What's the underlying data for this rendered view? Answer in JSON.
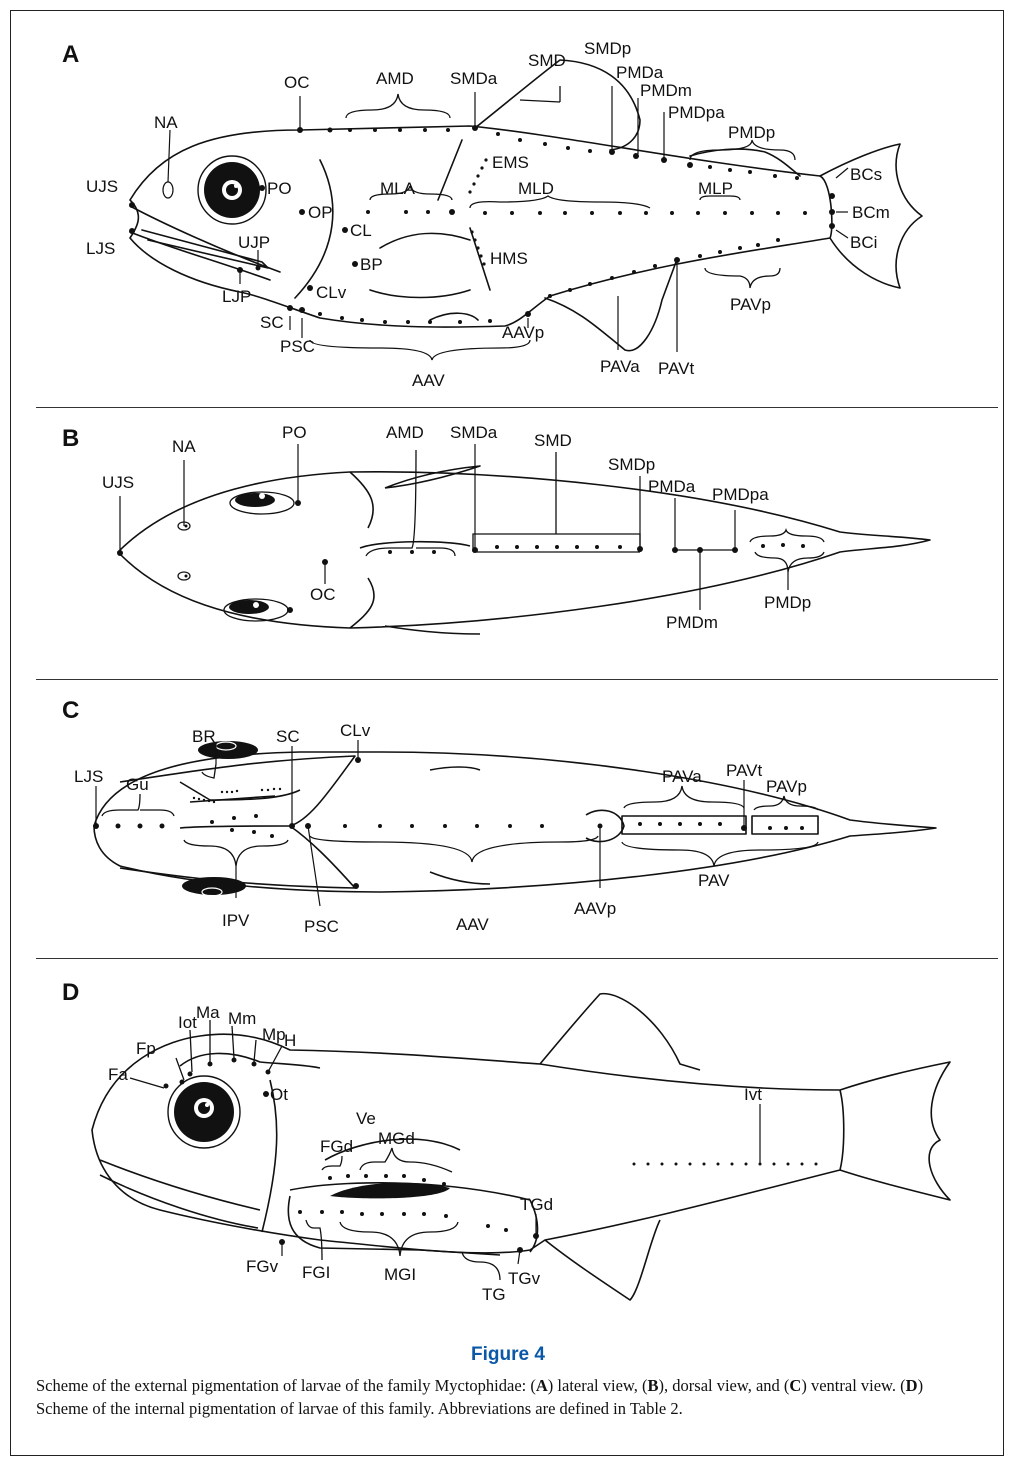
{
  "panels": {
    "A": {
      "letter": "A",
      "labels": {
        "oc": "OC",
        "amd": "AMD",
        "smda": "SMDa",
        "smd": "SMD",
        "smdp": "SMDp",
        "pmda": "PMDa",
        "pmdm": "PMDm",
        "pmdpa": "PMDpa",
        "pmdp": "PMDp",
        "na": "NA",
        "ujs": "UJS",
        "ljs": "LJS",
        "po": "PO",
        "op": "OP",
        "cl": "CL",
        "ujp": "UJP",
        "bp": "BP",
        "ljp": "LJP",
        "clv": "CLv",
        "sc": "SC",
        "psc": "PSC",
        "aav": "AAV",
        "aavp": "AAVp",
        "mla": "MLA",
        "mld": "MLD",
        "mlp": "MLP",
        "ems": "EMS",
        "hms": "HMS",
        "pava": "PAVa",
        "pavt": "PAVt",
        "pavp": "PAVp",
        "bcs": "BCs",
        "bcm": "BCm",
        "bci": "BCi"
      }
    },
    "B": {
      "letter": "B",
      "labels": {
        "ujs": "UJS",
        "na": "NA",
        "po": "PO",
        "oc": "OC",
        "amd": "AMD",
        "smda": "SMDa",
        "smd": "SMD",
        "smdp": "SMDp",
        "pmda": "PMDa",
        "pmdpa": "PMDpa",
        "pmdm": "PMDm",
        "pmdp": "PMDp"
      }
    },
    "C": {
      "letter": "C",
      "labels": {
        "ljs": "LJS",
        "gu": "Gu",
        "br": "BR",
        "sc": "SC",
        "clv": "CLv",
        "ipv": "IPV",
        "psc": "PSC",
        "aav": "AAV",
        "aavp": "AAVp",
        "pava": "PAVa",
        "pavt": "PAVt",
        "pavp": "PAVp",
        "pav": "PAV"
      }
    },
    "D": {
      "letter": "D",
      "labels": {
        "fa": "Fa",
        "fp": "Fp",
        "iot": "Iot",
        "ma": "Ma",
        "mm": "Mm",
        "mp": "Mp",
        "h": "H",
        "ot": "Ot",
        "ivt": "Ivt",
        "fgd": "FGd",
        "ve": "Ve",
        "mgd": "MGd",
        "tgd": "TGd",
        "fgv": "FGv",
        "fgi": "FGI",
        "mgi": "MGI",
        "tg": "TG",
        "tgv": "TGv"
      }
    }
  },
  "figure": {
    "title": "Figure 4",
    "caption": {
      "t1": "Scheme of the external pigmentation of larvae of the family Myctophidae: (",
      "a": "A",
      "t2": ") lateral view, (",
      "b": "B",
      "t3": "), dorsal view, and (",
      "c": "C",
      "t4": ") ventral view. (",
      "d": "D",
      "t5": ") Scheme of the internal pigmentation of larvae of this family. Abbreviations are defined in Table 2."
    }
  }
}
